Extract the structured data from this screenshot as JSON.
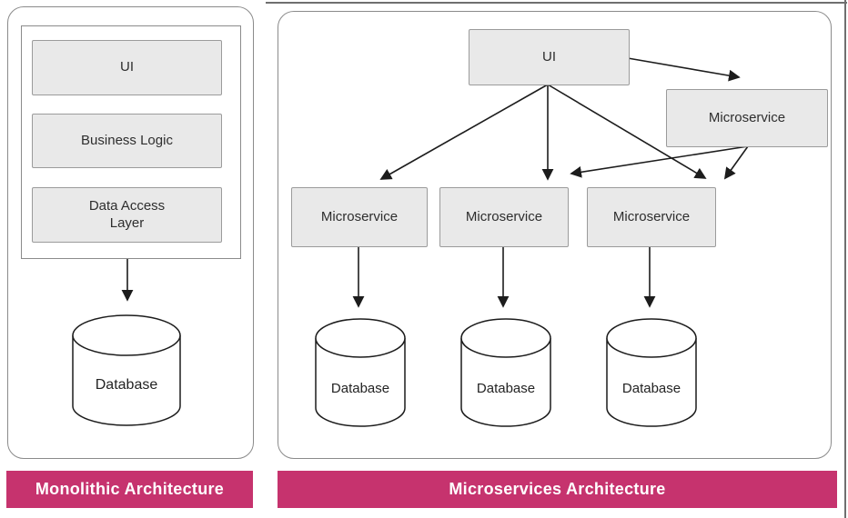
{
  "theme": {
    "accent": "#C6336E",
    "line": "#1c1c1c",
    "node_fill": "#e9e9e9",
    "node_border": "#9b9b9b",
    "container_border": "#8b8b8b",
    "page_edge": "#6f6f6f"
  },
  "left_panel": {
    "banner": {
      "label": "Monolithic Architecture"
    },
    "layers": [
      {
        "label": "UI"
      },
      {
        "label": "Business Logic"
      },
      {
        "label": "Data Access Layer"
      }
    ],
    "database": {
      "label": "Database"
    },
    "connections": [
      {
        "from": "application-stack",
        "to": "database"
      }
    ]
  },
  "right_panel": {
    "banner": {
      "label": "Microservices Architecture"
    },
    "ui": {
      "label": "UI"
    },
    "satellite_microservice": {
      "label": "Microservice"
    },
    "microservices": [
      {
        "label": "Microservice"
      },
      {
        "label": "Microservice"
      },
      {
        "label": "Microservice"
      }
    ],
    "databases": [
      {
        "label": "Database"
      },
      {
        "label": "Database"
      },
      {
        "label": "Database"
      }
    ],
    "connections": [
      {
        "from": "ui",
        "to": "satellite-microservice"
      },
      {
        "from": "ui",
        "to": "microservice-1"
      },
      {
        "from": "ui",
        "to": "microservice-2"
      },
      {
        "from": "ui",
        "to": "microservice-3"
      },
      {
        "from": "satellite-microservice",
        "to": "microservice-2"
      },
      {
        "from": "satellite-microservice",
        "to": "microservice-3"
      },
      {
        "from": "microservice-1",
        "to": "database-1"
      },
      {
        "from": "microservice-2",
        "to": "database-2"
      },
      {
        "from": "microservice-3",
        "to": "database-3"
      }
    ]
  }
}
